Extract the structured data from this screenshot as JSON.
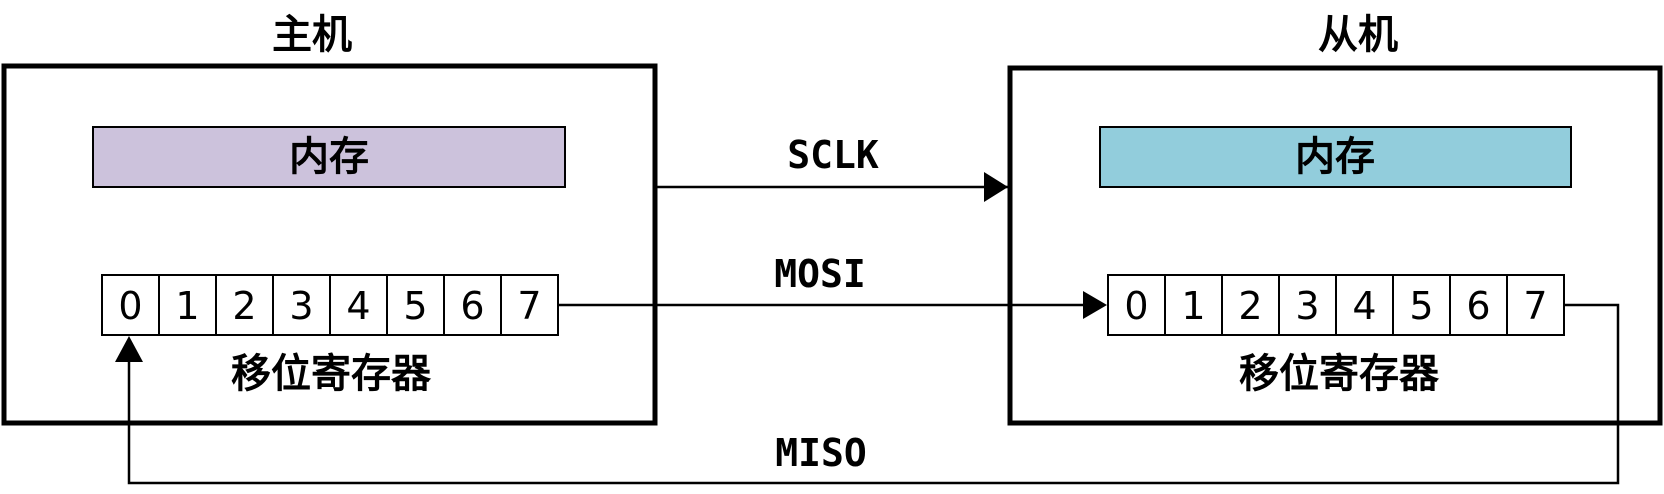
{
  "master": {
    "title": "主机",
    "memory_label": "内存",
    "memory_color": "#ccc2dc",
    "register_label": "移位寄存器",
    "bits": [
      "0",
      "1",
      "2",
      "3",
      "4",
      "5",
      "6",
      "7"
    ]
  },
  "slave": {
    "title": "从机",
    "memory_label": "内存",
    "memory_color": "#92cddc",
    "register_label": "移位寄存器",
    "bits": [
      "0",
      "1",
      "2",
      "3",
      "4",
      "5",
      "6",
      "7"
    ]
  },
  "signals": {
    "sclk": "SCLK",
    "mosi": "MOSI",
    "miso": "MISO"
  }
}
